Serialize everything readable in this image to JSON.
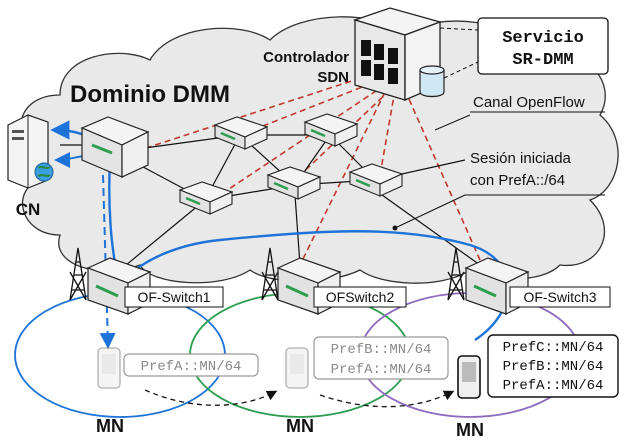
{
  "domain_label": "Dominio DMM",
  "controller": {
    "label_line1": "Controlador",
    "label_line2": "SDN"
  },
  "service": {
    "line1": "Servicio",
    "line2": "SR-DMM"
  },
  "canal_label": "Canal OpenFlow",
  "session_label": {
    "line1": "Sesión iniciada",
    "line2": "con PrefA::/64"
  },
  "cn_label": "CN",
  "switches": [
    {
      "label": "OF-Switch1"
    },
    {
      "label": "OFSwitch2"
    },
    {
      "label": "OF-Switch3"
    }
  ],
  "mobile_nodes": [
    {
      "label": "MN",
      "prefixes": [
        "PrefA::MN/64"
      ]
    },
    {
      "label": "MN",
      "prefixes": [
        "PrefB::MN/64",
        "PrefA::MN/64"
      ]
    },
    {
      "label": "MN",
      "prefixes": [
        "PrefC::MN/64",
        "PrefB::MN/64",
        "PrefA::MN/64"
      ]
    }
  ],
  "colors": {
    "cloud_fill": "#e9e9e9",
    "openflow_link": "#c0392b",
    "session_path": "#1e73d8",
    "cell1": "#1e73d8",
    "cell2": "#2e9e4f",
    "cell3": "#8e6bbf"
  }
}
